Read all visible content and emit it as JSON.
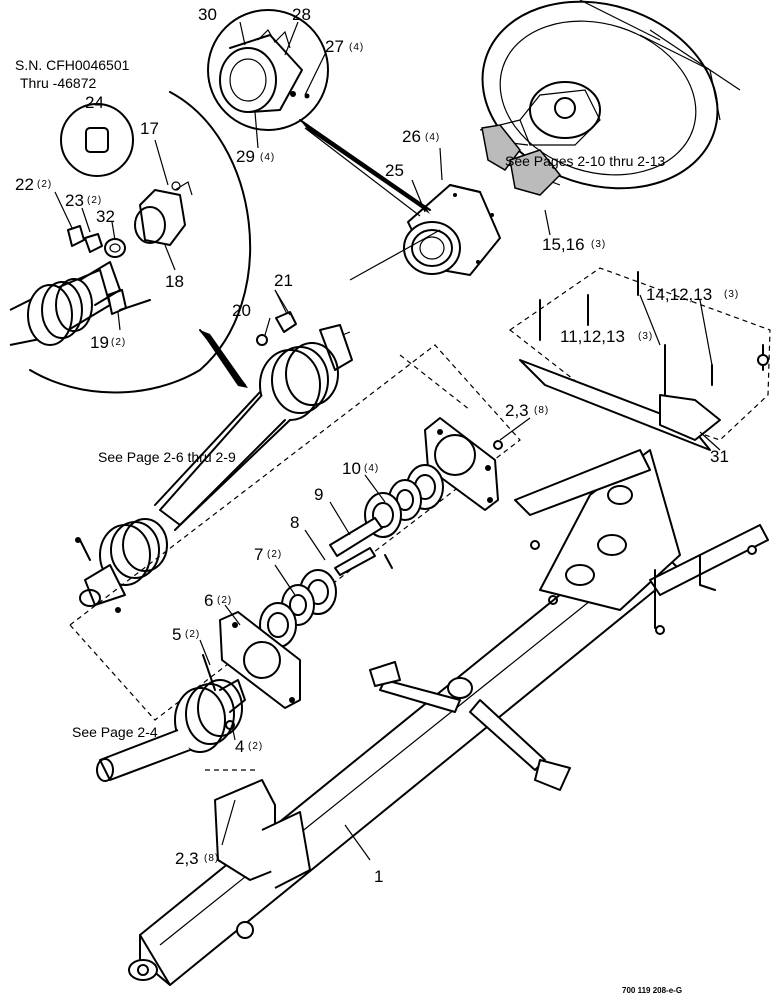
{
  "serial_note": {
    "line1": "S.N. CFH0046501",
    "line2": "Thru -46872"
  },
  "references": {
    "gearbox": "See Pages 2-10 thru 2-13",
    "driveline": "See Page 2-6 thru 2-9",
    "front_shaft": "See Page 2-4"
  },
  "callouts": [
    {
      "id": "c30",
      "label": "30",
      "qty": ""
    },
    {
      "id": "c28",
      "label": "28",
      "qty": ""
    },
    {
      "id": "c27",
      "label": "27",
      "qty": "(4)"
    },
    {
      "id": "c29",
      "label": "29",
      "qty": "(4)"
    },
    {
      "id": "c24",
      "label": "24",
      "qty": ""
    },
    {
      "id": "c17",
      "label": "17",
      "qty": ""
    },
    {
      "id": "c22",
      "label": "22",
      "qty": "(2)"
    },
    {
      "id": "c23",
      "label": "23",
      "qty": "(2)"
    },
    {
      "id": "c32",
      "label": "32",
      "qty": ""
    },
    {
      "id": "c18",
      "label": "18",
      "qty": ""
    },
    {
      "id": "c19",
      "label": "19",
      "qty": "(2)"
    },
    {
      "id": "c26",
      "label": "26",
      "qty": "(4)"
    },
    {
      "id": "c25",
      "label": "25",
      "qty": ""
    },
    {
      "id": "c15",
      "label": "15,16",
      "qty": "(3)"
    },
    {
      "id": "c14",
      "label": "14,12,13",
      "qty": "(3)"
    },
    {
      "id": "c11",
      "label": "11,12,13",
      "qty": "(3)"
    },
    {
      "id": "c21",
      "label": "21",
      "qty": ""
    },
    {
      "id": "c20",
      "label": "20",
      "qty": ""
    },
    {
      "id": "c23b",
      "label": "2,3",
      "qty": "(8)"
    },
    {
      "id": "c31",
      "label": "31",
      "qty": ""
    },
    {
      "id": "c10",
      "label": "10",
      "qty": "(4)"
    },
    {
      "id": "c9",
      "label": "9",
      "qty": ""
    },
    {
      "id": "c8",
      "label": "8",
      "qty": ""
    },
    {
      "id": "c7",
      "label": "7",
      "qty": "(2)"
    },
    {
      "id": "c6",
      "label": "6",
      "qty": "(2)"
    },
    {
      "id": "c5",
      "label": "5",
      "qty": "(2)"
    },
    {
      "id": "c4",
      "label": "4",
      "qty": "(2)"
    },
    {
      "id": "c23c",
      "label": "2,3",
      "qty": "(8)"
    },
    {
      "id": "c1",
      "label": "1",
      "qty": ""
    }
  ],
  "figure_code": "700 119 208-e-G"
}
